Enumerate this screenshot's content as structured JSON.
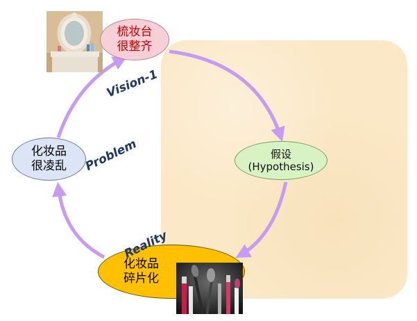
{
  "nodes": {
    "vision": {
      "line1": "梳妆台",
      "line2": "很整齐"
    },
    "problem": {
      "line1": "化妆品",
      "line2": "很凌乱"
    },
    "hypothesis": {
      "line1": "假设",
      "line2": "(Hypothesis)"
    },
    "reality": {
      "line1": "化妆品",
      "line2": "碎片化"
    }
  },
  "edge_labels": {
    "vision": "Vision-1",
    "problem": "Problem",
    "reality": "Reality"
  },
  "colors": {
    "arrow": "#c79bf2",
    "edge_label": "#1f3864",
    "vision_text": "#c00000",
    "panel": "#fbe8c6"
  }
}
